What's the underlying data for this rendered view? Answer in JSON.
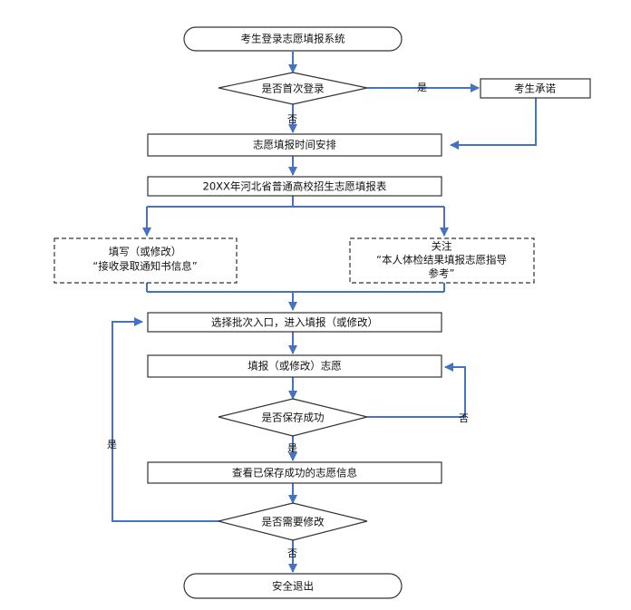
{
  "flowchart": {
    "start": "考生登录志愿填报系统",
    "first_login_q": "是否首次登录",
    "yes": "是",
    "no": "否",
    "promise": "考生承诺",
    "schedule": "志愿填报时间安排",
    "table": "20XX年河北省普通高校招生志愿填报表",
    "fill_line1": "填写（或修改）",
    "fill_line2": "“接收录取通知书信息”",
    "focus_line1": "关注",
    "focus_line2": "“本人体检结果填报志愿指导",
    "focus_line3": "参考”",
    "select_batch": "选择批次入口，进入填报（或修改）",
    "fill_wish": "填报（或修改）志愿",
    "save_ok_q": "是否保存成功",
    "view_saved": "查看已保存成功的志愿信息",
    "need_modify_q": "是否需要修改",
    "exit": "安全退出"
  },
  "colors": {
    "arrow": "#4472C4",
    "border": "#333333"
  }
}
